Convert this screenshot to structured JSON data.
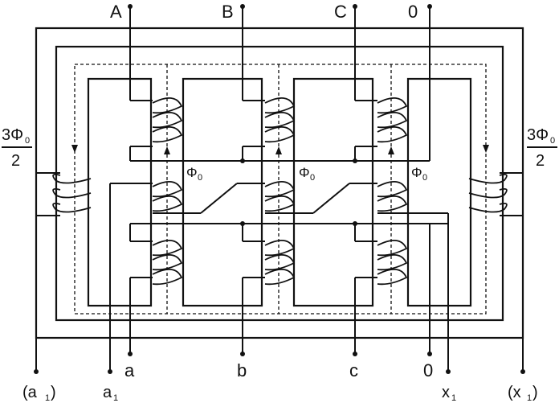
{
  "terminals_top": [
    "A",
    "B",
    "C",
    "0"
  ],
  "terminals_bottom": [
    "a",
    "b",
    "c",
    "0"
  ],
  "extra_terminals": {
    "left_outer": "(a",
    "left_inner": "a",
    "right_inner": "x",
    "right_outer": "(x",
    "subscript": "1",
    "close_paren": ")"
  },
  "flux_label": {
    "symbol": "Φ",
    "subscript": "0"
  },
  "side_flux": {
    "numerator": "3Φ",
    "subscript": "0",
    "denominator": "2"
  }
}
